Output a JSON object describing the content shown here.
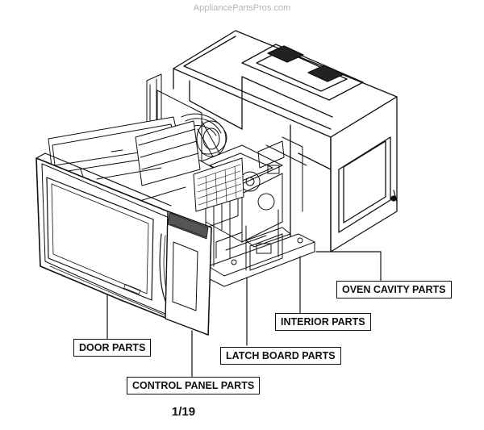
{
  "watermark": "AppliancePartsPros.com",
  "callouts": {
    "oven_cavity": "OVEN CAVITY PARTS",
    "interior": "INTERIOR PARTS",
    "door": "DOOR PARTS",
    "latch_board": "LATCH BOARD PARTS",
    "control_panel": "CONTROL PANEL PARTS"
  },
  "page_number": "1/19",
  "colors": {
    "line": "#111111",
    "watermark": "#b5b5b5",
    "background": "#ffffff"
  }
}
